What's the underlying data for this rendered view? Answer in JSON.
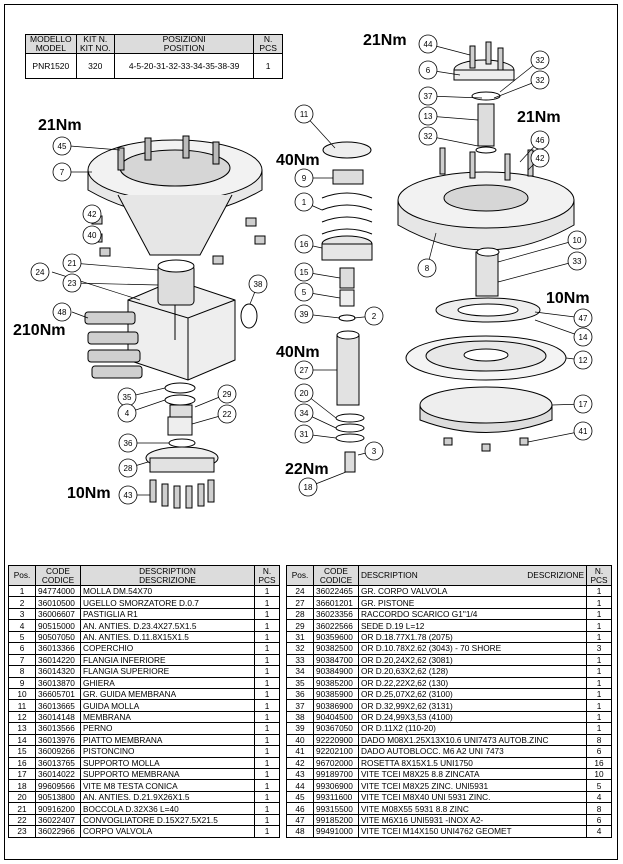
{
  "kit_table": {
    "headers": [
      "MODELLO\nMODEL",
      "KIT N.\nKIT NO.",
      "POSIZIONI\nPOSITION",
      "N.\nPCS"
    ],
    "row": [
      "PNR1520",
      "320",
      "4-5-20-31-32-33-34-35-38-39",
      "1"
    ]
  },
  "torques": [
    "21Nm",
    "21Nm",
    "40Nm",
    "21Nm",
    "10Nm",
    "210Nm",
    "40Nm",
    "22Nm",
    "10Nm"
  ],
  "balloons": [
    "44",
    "6",
    "32",
    "32",
    "37",
    "13",
    "32",
    "46",
    "42",
    "11",
    "9",
    "1",
    "16",
    "15",
    "5",
    "39",
    "2",
    "27",
    "20",
    "34",
    "31",
    "3",
    "18",
    "45",
    "7",
    "42",
    "40",
    "24",
    "21",
    "23",
    "48",
    "38",
    "35",
    "4",
    "29",
    "22",
    "36",
    "28",
    "43",
    "10",
    "33",
    "8",
    "47",
    "14",
    "12",
    "17",
    "41"
  ],
  "parts_header": {
    "pos": "Pos.",
    "code": [
      "CODE",
      "CODICE"
    ],
    "desc_left": [
      "DESCRIPTION",
      "DESCRIZIONE"
    ],
    "desc_right_a": "DESCRIPTION",
    "desc_right_b": "DESCRIZIONE",
    "pcs": [
      "N.",
      "PCS"
    ]
  },
  "parts_left": [
    [
      "1",
      "94774000",
      "MOLLA DM.54X70",
      "1"
    ],
    [
      "2",
      "36010500",
      "UGELLO SMORZATORE D.0.7",
      "1"
    ],
    [
      "3",
      "36006607",
      "PASTIGLIA R1",
      "1"
    ],
    [
      "4",
      "90515000",
      "AN. ANTIES. D.23.4X27.5X1.5",
      "1"
    ],
    [
      "5",
      "90507050",
      "AN. ANTIES. D.11.8X15X1.5",
      "1"
    ],
    [
      "6",
      "36013366",
      "COPERCHIO",
      "1"
    ],
    [
      "7",
      "36014220",
      "FLANGIA INFERIORE",
      "1"
    ],
    [
      "8",
      "36014320",
      "FLANGIA SUPERIORE",
      "1"
    ],
    [
      "9",
      "36013870",
      "GHIERA",
      "1"
    ],
    [
      "10",
      "36605701",
      "GR. GUIDA MEMBRANA",
      "1"
    ],
    [
      "11",
      "36013665",
      "GUIDA MOLLA",
      "1"
    ],
    [
      "12",
      "36014148",
      "MEMBRANA",
      "1"
    ],
    [
      "13",
      "36013566",
      "PERNO",
      "1"
    ],
    [
      "14",
      "36013976",
      "PIATTO MEMBRANA",
      "1"
    ],
    [
      "15",
      "36009266",
      "PISTONCINO",
      "1"
    ],
    [
      "16",
      "36013765",
      "SUPPORTO MOLLA",
      "1"
    ],
    [
      "17",
      "36014022",
      "SUPPORTO MEMBRANA",
      "1"
    ],
    [
      "18",
      "99609566",
      "VITE M8 TESTA CONICA",
      "1"
    ],
    [
      "20",
      "90513800",
      "AN. ANTIES. D.21.9X26X1.5",
      "1"
    ],
    [
      "21",
      "90916200",
      "BOCCOLA D.32X36 L=40",
      "1"
    ],
    [
      "22",
      "36022407",
      "CONVOGLIATORE D.15X27.5X21.5",
      "1"
    ],
    [
      "23",
      "36022966",
      "CORPO VALVOLA",
      "1"
    ]
  ],
  "parts_right": [
    [
      "24",
      "36022465",
      "GR. CORPO VALVOLA",
      "1"
    ],
    [
      "27",
      "36601201",
      "GR. PISTONE",
      "1"
    ],
    [
      "28",
      "36023356",
      "RACCORDO SCARICO G1\"1/4",
      "1"
    ],
    [
      "29",
      "36022566",
      "SEDE D.19 L=12",
      "1"
    ],
    [
      "31",
      "90359600",
      "OR D.18.77X1.78 (2075)",
      "1"
    ],
    [
      "32",
      "90382500",
      "OR D.10.78X2.62 (3043) - 70 SHORE",
      "3"
    ],
    [
      "33",
      "90384700",
      "OR D.20,24X2,62 (3081)",
      "1"
    ],
    [
      "34",
      "90384900",
      "OR D.20,63X2,62 (128)",
      "1"
    ],
    [
      "35",
      "90385200",
      "OR D.22,22X2,62 (130)",
      "1"
    ],
    [
      "36",
      "90385900",
      "OR D.25,07X2,62 (3100)",
      "1"
    ],
    [
      "37",
      "90386900",
      "OR D.32,99X2,62 (3131)",
      "1"
    ],
    [
      "38",
      "90404500",
      "OR D.24,99X3,53 (4100)",
      "1"
    ],
    [
      "39",
      "90367050",
      "OR D.11X2 (110-20)",
      "1"
    ],
    [
      "40",
      "92220900",
      "DADO M08X1.25X13X10.6 UNI7473 AUTOB.ZINC",
      "8"
    ],
    [
      "41",
      "92202100",
      "DADO AUTOBLOCC. M6 A2 UNI 7473",
      "6"
    ],
    [
      "42",
      "96702000",
      "ROSETTA 8X15X1.5 UNI1750",
      "16"
    ],
    [
      "43",
      "99189700",
      "VITE TCEI M8X25 8.8 ZINCATA",
      "10"
    ],
    [
      "44",
      "99306900",
      "VITE TCEI M8X25 ZINC. UNI5931",
      "5"
    ],
    [
      "45",
      "99311600",
      "VITE TCEI M8X40 UNI 5931 ZINC.",
      "4"
    ],
    [
      "46",
      "99315500",
      "VITE M08X55 5931 8.8 ZINC",
      "8"
    ],
    [
      "47",
      "99185200",
      "VITE M6X16 UNI5931 -INOX A2-",
      "6"
    ],
    [
      "48",
      "99491000",
      "VITE TCEI  M14X150 UNI4762  GEOMET",
      "4"
    ]
  ]
}
